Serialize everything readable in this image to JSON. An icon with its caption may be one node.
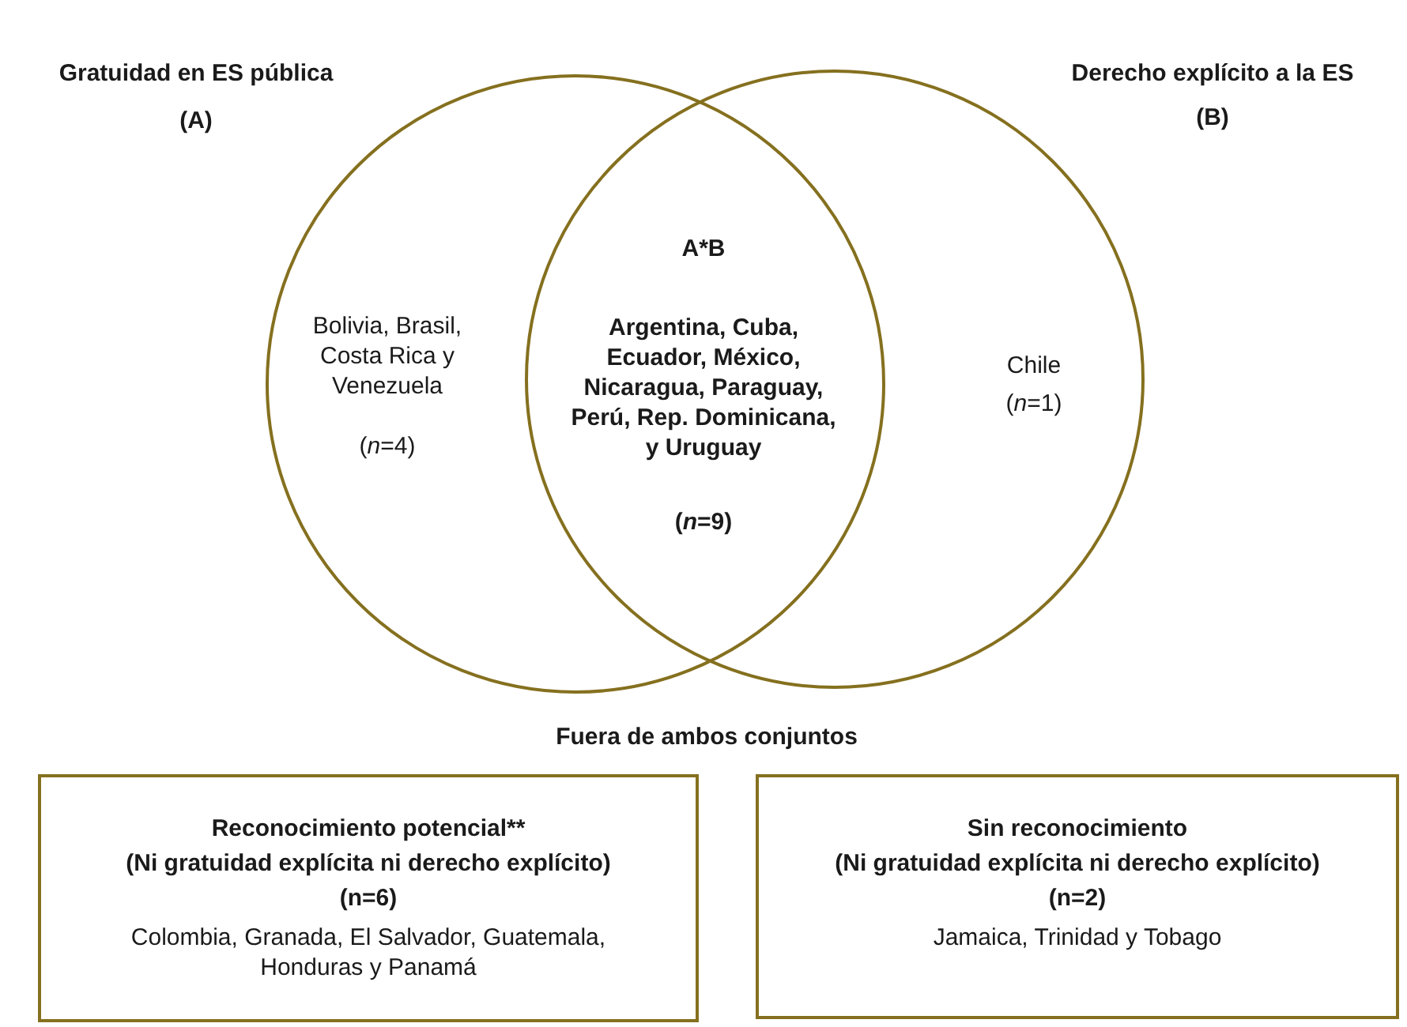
{
  "diagram": {
    "nodes": [
      {
        "text": [
          "Gratuidad en ES pública",
          "(A)",
          "Bolivia, Brasil, Costa Rica y Venezuela",
          "(*n*=4)"
        ]
      },
      {
        "text": [
          "Derecho explícito a la ES",
          "(B)",
          "Chile",
          "(*n*=1)"
        ]
      },
      {
        "text": [
          "Reconocimiento potencial**",
          "(Ni gratuidad explícita ni derecho explícito)",
          "(n=6)",
          "Colombia, Granada, El Salvador, Guatemala, Honduras y Panamá"
        ]
      },
      {
        "text": [
          "Sin reconocimiento",
          "(Ni gratuidad explícita ni derecho explícito)",
          "(n=2)",
          "Jamaica, Trinidad y Tobago"
        ]
      }
    ],
    "labels": [
      "A*B",
      "Argentina, Cuba, Ecuador, México, Nicaragua, Paraguay, Perú, Rep. Dominicana, y Uruguay",
      "(*n*=9)",
      "Fuera de ambos conjuntos"
    ]
  }
}
